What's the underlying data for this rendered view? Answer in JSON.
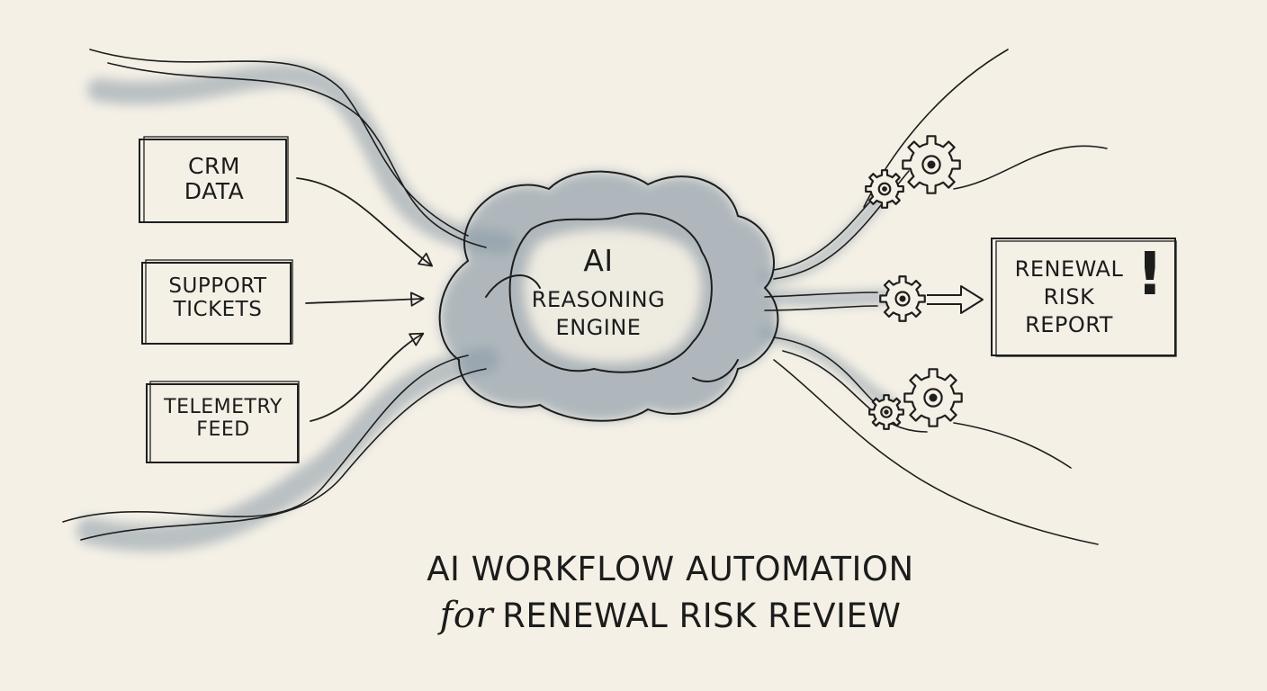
{
  "inputs": [
    {
      "line1": "CRM",
      "line2": "DATA"
    },
    {
      "line1": "SUPPORT",
      "line2": "TICKETS"
    },
    {
      "line1": "TELEMETRY",
      "line2": "FEED"
    }
  ],
  "engine": {
    "title": "AI",
    "line1": "REASONING",
    "line2": "ENGINE"
  },
  "output": {
    "line1": "RENEWAL",
    "line2": "RISK",
    "line3": "REPORT",
    "alert": "!"
  },
  "caption": {
    "line1": "AI WORKFLOW AUTOMATION",
    "for": "for",
    "line2": "RENEWAL RISK REVIEW"
  },
  "colors": {
    "paper": "#f4f0e6",
    "ink": "#1e1e1e",
    "wash": "#8a9aa6"
  }
}
